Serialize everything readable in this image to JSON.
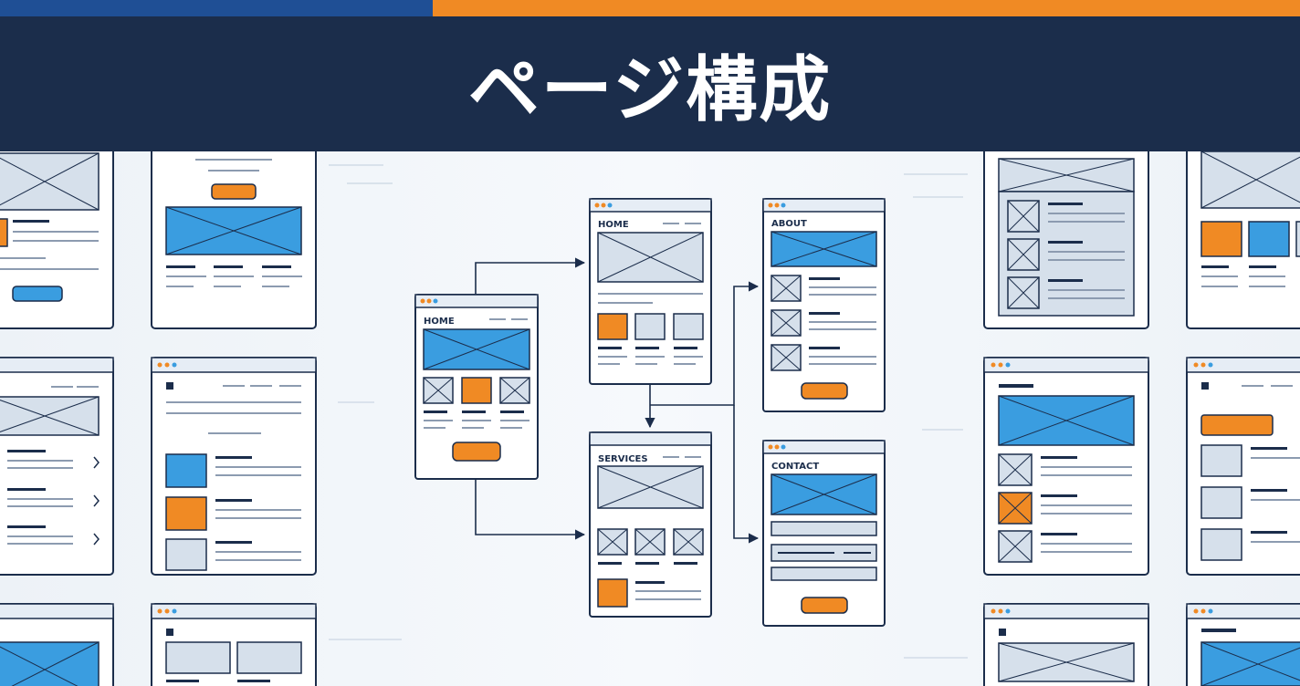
{
  "header": {
    "title": "ページ構成"
  },
  "flow": {
    "root_label": "HOME",
    "home_label": "HOME",
    "services_label": "SERVICES",
    "about_label": "ABOUT",
    "contact_label": "CONTACT"
  },
  "colors": {
    "navy": "#1b2d4b",
    "blue": "#3a9de0",
    "orange": "#f08a24",
    "gray": "#d6e0eb",
    "page_bg": "#eef3f8"
  }
}
